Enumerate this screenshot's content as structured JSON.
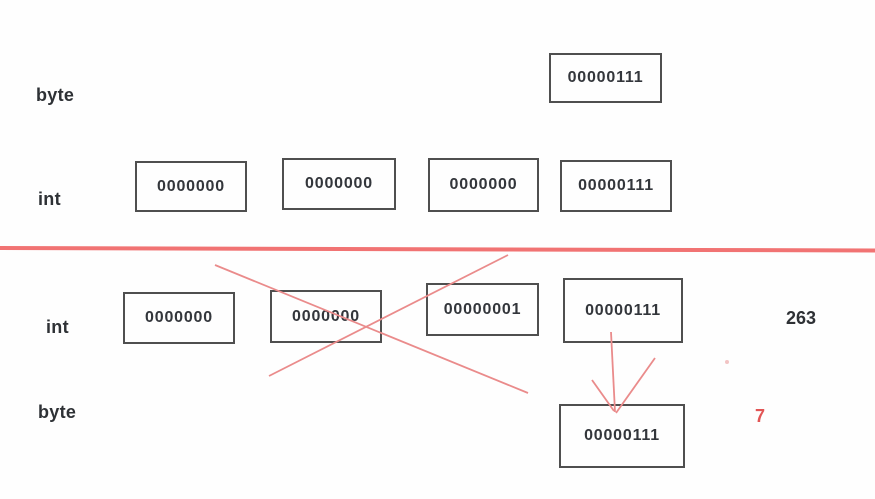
{
  "diagram": {
    "title_semantics": "byte to int widening and int to byte narrowing conversion",
    "top": {
      "byte_label": "byte",
      "byte_box_value": "00000111",
      "int_label": "int",
      "int_boxes": [
        "0000000",
        "0000000",
        "0000000",
        "00000111"
      ]
    },
    "bottom": {
      "int_label": "int",
      "int_boxes": [
        "0000000",
        "0000000",
        "00000001",
        "00000111"
      ],
      "int_decimal_value": "263",
      "byte_label": "byte",
      "byte_box_value": "00000111",
      "byte_decimal_value": "7"
    },
    "colors": {
      "separator_red": "#f17373",
      "annotation_red": "#ea8b8b",
      "result_red_text": "#e25555",
      "box_border": "#4f4f4f",
      "text": "#33363b",
      "background": "#fefefe"
    }
  }
}
